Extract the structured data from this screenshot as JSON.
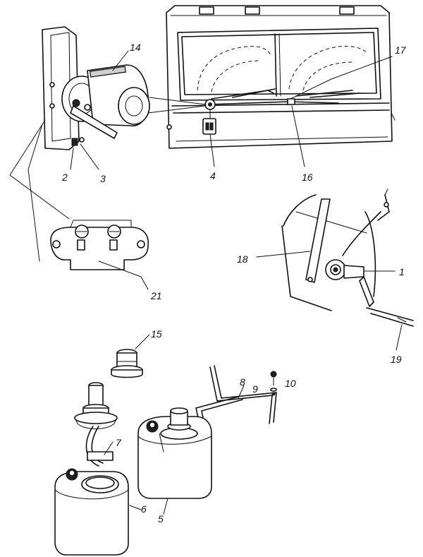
{
  "callouts": {
    "c1": "1",
    "c2": "2",
    "c3": "3",
    "c4": "4",
    "c5": "5",
    "c6": "6",
    "c7": "7",
    "c8": "8",
    "c9": "9",
    "c10": "10",
    "c14": "14",
    "c15": "15",
    "c16": "16",
    "c17": "17",
    "c18": "18",
    "c19": "19",
    "c21": "21"
  }
}
